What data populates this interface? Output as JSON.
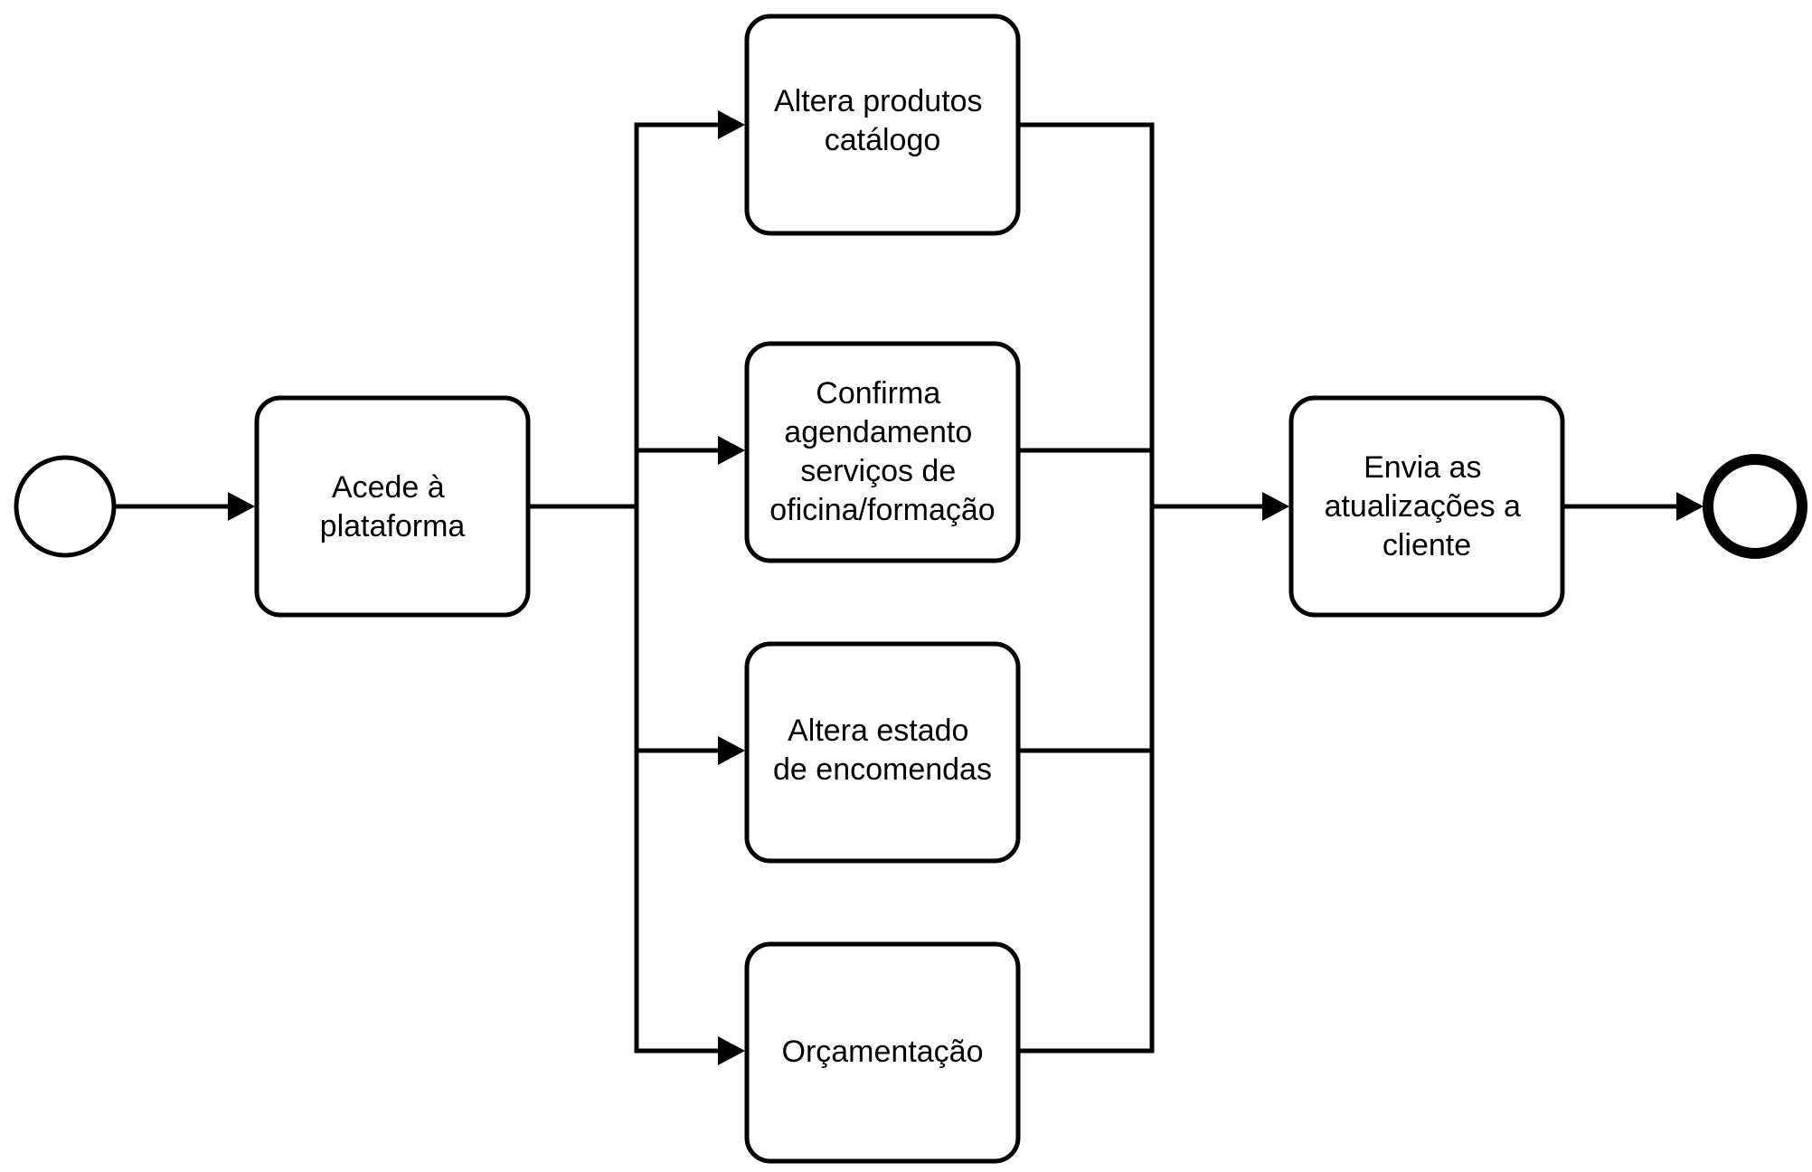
{
  "diagram": {
    "type": "bpmn-process",
    "start_event": {},
    "end_event": {},
    "tasks": {
      "acede": {
        "lines": [
          "Acede à",
          "plataforma"
        ]
      },
      "altera_produtos": {
        "lines": [
          "Altera produtos",
          "catálogo"
        ]
      },
      "confirma": {
        "lines": [
          "Confirma",
          "agendamento",
          "serviços de",
          "oficina/formação"
        ]
      },
      "altera_estado": {
        "lines": [
          "Altera estado",
          "de encomendas"
        ]
      },
      "orcamentacao": {
        "lines": [
          "Orçamentação"
        ]
      },
      "envia": {
        "lines": [
          "Envia as",
          "atualizações a",
          "cliente"
        ]
      }
    },
    "flows": [
      {
        "from": "start_event",
        "to": "acede"
      },
      {
        "from": "acede",
        "to": "altera_produtos"
      },
      {
        "from": "acede",
        "to": "confirma"
      },
      {
        "from": "acede",
        "to": "altera_estado"
      },
      {
        "from": "acede",
        "to": "orcamentacao"
      },
      {
        "from": "altera_produtos",
        "to": "envia"
      },
      {
        "from": "confirma",
        "to": "envia"
      },
      {
        "from": "altera_estado",
        "to": "envia"
      },
      {
        "from": "orcamentacao",
        "to": "envia"
      },
      {
        "from": "envia",
        "to": "end_event"
      }
    ]
  }
}
